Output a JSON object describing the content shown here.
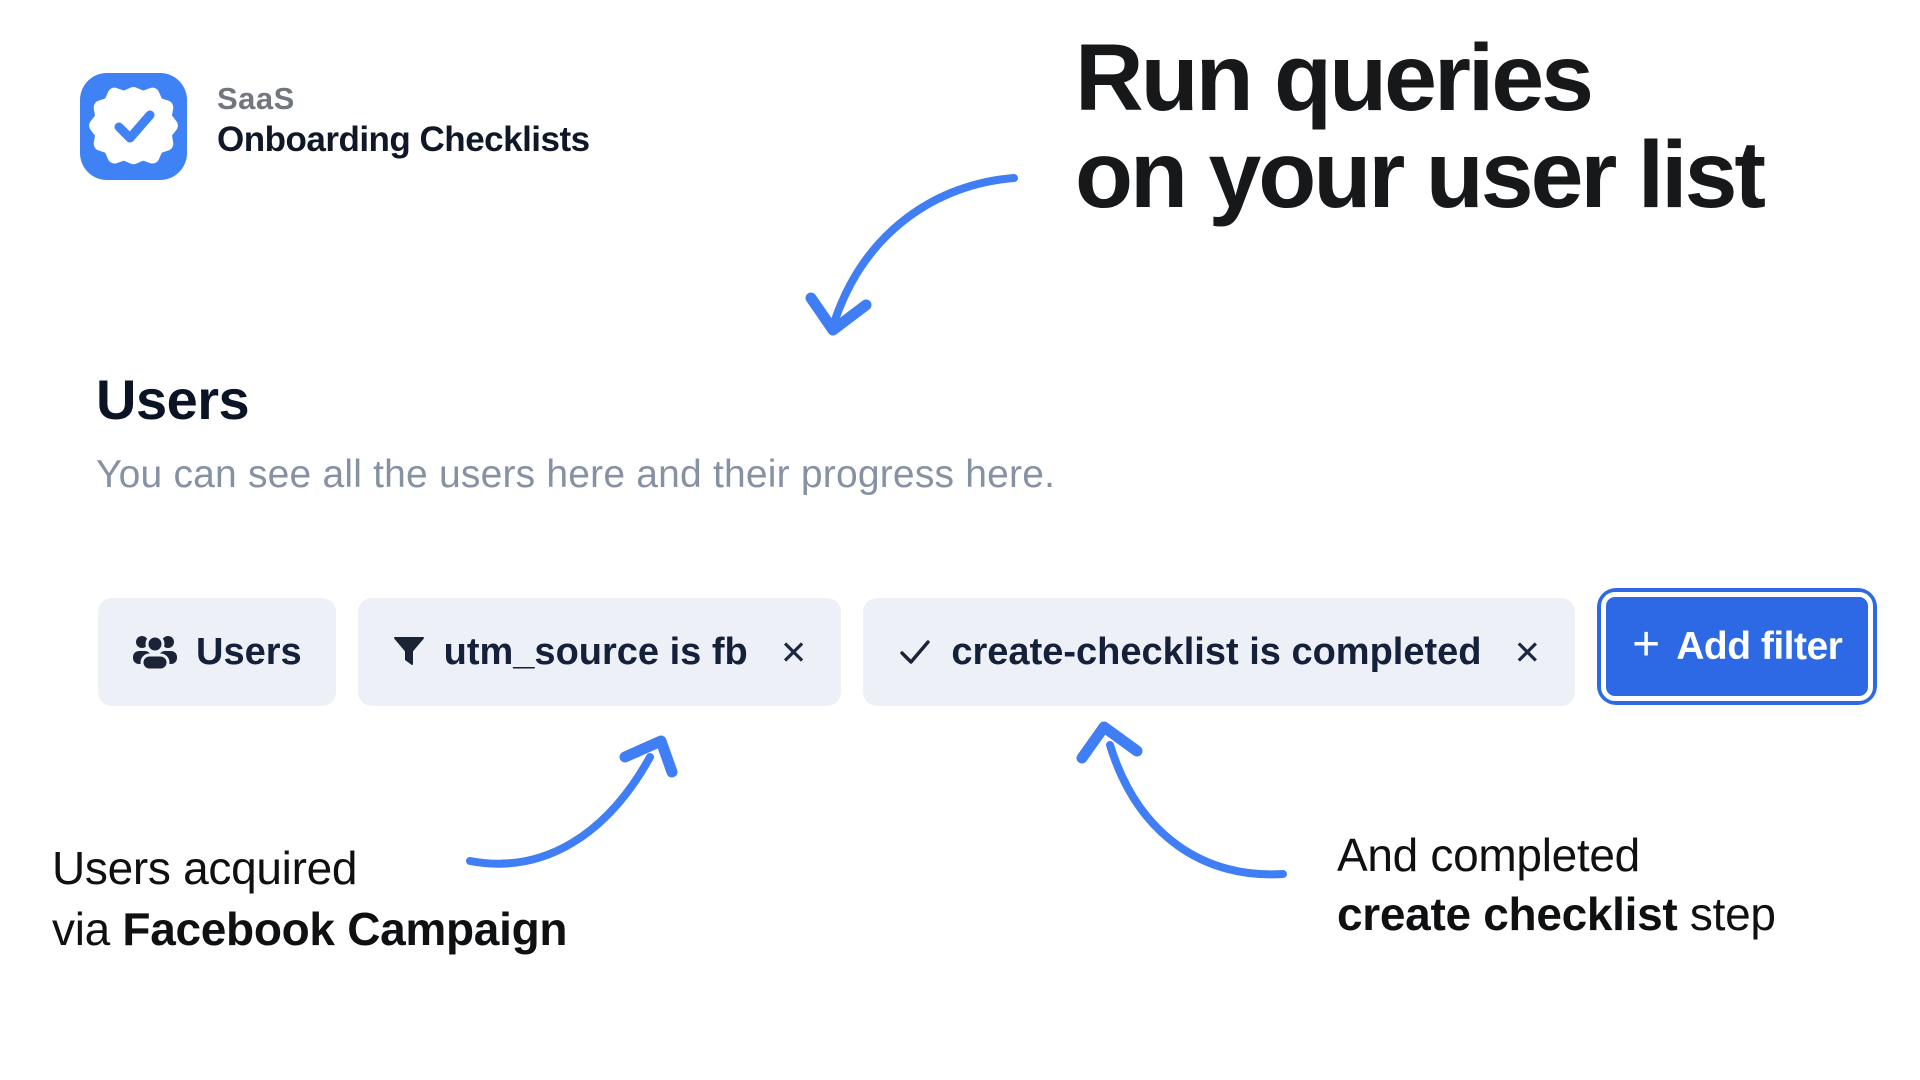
{
  "brand": {
    "product": "SaaS",
    "name": "Onboarding Checklists"
  },
  "headline": {
    "line1": "Run queries",
    "line2": "on your user list"
  },
  "users_section": {
    "title": "Users",
    "subtitle": "You can see all the users here and their progress here."
  },
  "filter_bar": {
    "scope_chip": {
      "icon": "users-icon",
      "label": "Users"
    },
    "filters": [
      {
        "icon": "funnel-icon",
        "label": "utm_source is fb"
      },
      {
        "icon": "check-icon",
        "label": "create-checklist is completed"
      }
    ],
    "close_glyph": "✕",
    "add_filter": {
      "plus": "+",
      "label": "Add filter"
    }
  },
  "annotations": {
    "left": {
      "line1": "Users acquired",
      "line2_prefix": "via ",
      "line2_bold": "Facebook Campaign"
    },
    "right": {
      "line1": "And completed",
      "line2_bold": "create checklist",
      "line2_suffix": " step"
    }
  },
  "colors": {
    "accent_blue": "#3f82f5",
    "arrow_blue": "#3f7ef4",
    "button_blue": "#2d69e5",
    "chip_bg": "#edf0f6",
    "text_dark": "#121826",
    "muted_gray": "#8692a3"
  }
}
